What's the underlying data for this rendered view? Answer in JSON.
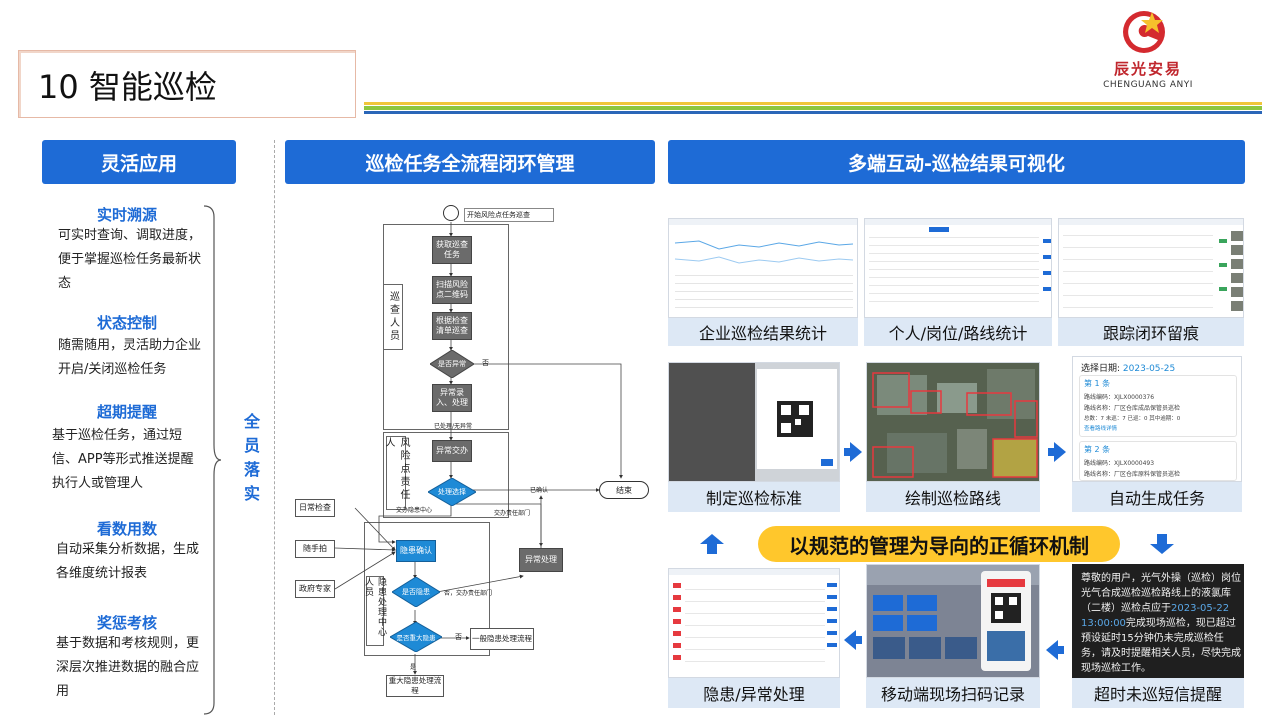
{
  "header": {
    "title": "10 智能巡检",
    "logo_cn": "辰光安易",
    "logo_en": "CHENGUANG ANYI"
  },
  "sections": {
    "left": "灵活应用",
    "middle": "巡检任务全流程闭环管理",
    "right": "多端互动-巡检结果可视化"
  },
  "features": [
    {
      "title": "实时溯源",
      "body": "可实时查询、调取进度，便于掌握巡检任务最新状态"
    },
    {
      "title": "状态控制",
      "body": "随需随用，灵活助力企业开启/关闭巡检任务"
    },
    {
      "title": "超期提醒",
      "body": "基于巡检任务，通过短信、APP等形式推送提醒执行人或管理人"
    },
    {
      "title": "看数用数",
      "body": "自动采集分析数据，生成各维度统计报表"
    },
    {
      "title": "奖惩考核",
      "body": "基于数据和考核规则，更深层次推进数据的融合应用"
    }
  ],
  "brace_label": "全员落实",
  "flow": {
    "start": "开始风险点任务巡查",
    "lane1": "巡查人员",
    "lane2": "风险点责任人",
    "lane3": "隐患处理中心人员",
    "step1": "获取巡查任务",
    "step2": "扫描风险点二维码",
    "step3": "根据检查清单巡查",
    "dec1": "是否异常",
    "step4": "异常录入、处理",
    "note1": "否",
    "note2": "已处理/无异常",
    "step5": "异常交办",
    "dec2": "处理选择",
    "note3": "已确认",
    "note4": "交办隐患中心",
    "note5": "交办责任部门",
    "end": "结束",
    "src1": "日常检查",
    "src2": "随手拍",
    "src3": "政府专家",
    "step6": "隐患确认",
    "dec3": "是否隐患",
    "note6": "否，交办责任部门",
    "dec4": "是否重大隐患",
    "note7": "否",
    "note8": "是",
    "step7": "一般隐患处理流程",
    "step8": "重大隐患处理流程",
    "step9": "异常处理"
  },
  "tiles": {
    "cap1": "企业巡检结果统计",
    "cap2": "个人/岗位/路线统计",
    "cap3": "跟踪闭环留痕",
    "cap4": "制定巡检标准",
    "cap5": "绘制巡检路线",
    "cap6": "自动生成任务",
    "cap7": "隐患/异常处理",
    "cap8": "移动端现场扫码记录",
    "cap9": "超时未巡短信提醒"
  },
  "task_card": {
    "date_label": "选择日期:",
    "date": "2023-05-25",
    "item1_title": "第 1 条",
    "item1_code": "路线编码：XJLX0000376",
    "item1_name": "路线名称：厂区仓库成品保管员巡检",
    "item1_stats": "总数：7    未巡：7    已巡：0    其中逾期：0",
    "item1_link": "查看路线详情",
    "item2_title": "第 2 条",
    "item2_code": "路线编码：XJLX0000493",
    "item2_name": "路线名称：厂区仓库原料保管员巡检"
  },
  "sms": {
    "text_pre": "尊敬的用户，光气外操（巡检）岗位光气合成巡检巡检路线上的液氯库（二楼）巡检点应于",
    "time": "2023-05-22 13:00:00",
    "text_post": "完成现场巡检，现已超过预设延时15分钟仍未完成巡检任务，请及时提醒相关人员，尽快完成现场巡检工作。"
  },
  "banner": "以规范的管理为导向的正循环机制"
}
